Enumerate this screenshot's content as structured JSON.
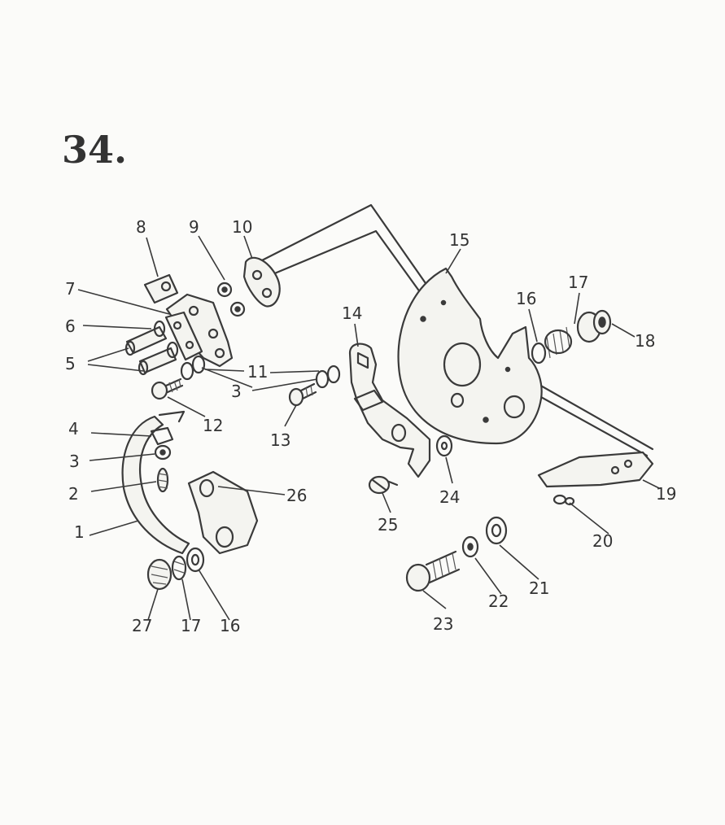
{
  "figure_number": "34.",
  "callouts": [
    "1",
    "2",
    "3",
    "4",
    "5",
    "6",
    "7",
    "8",
    "9",
    "10",
    "11",
    "3",
    "12",
    "13",
    "14",
    "15",
    "16",
    "17",
    "18",
    "19",
    "20",
    "21",
    "22",
    "23",
    "24",
    "25",
    "26",
    "16",
    "17",
    "27"
  ]
}
